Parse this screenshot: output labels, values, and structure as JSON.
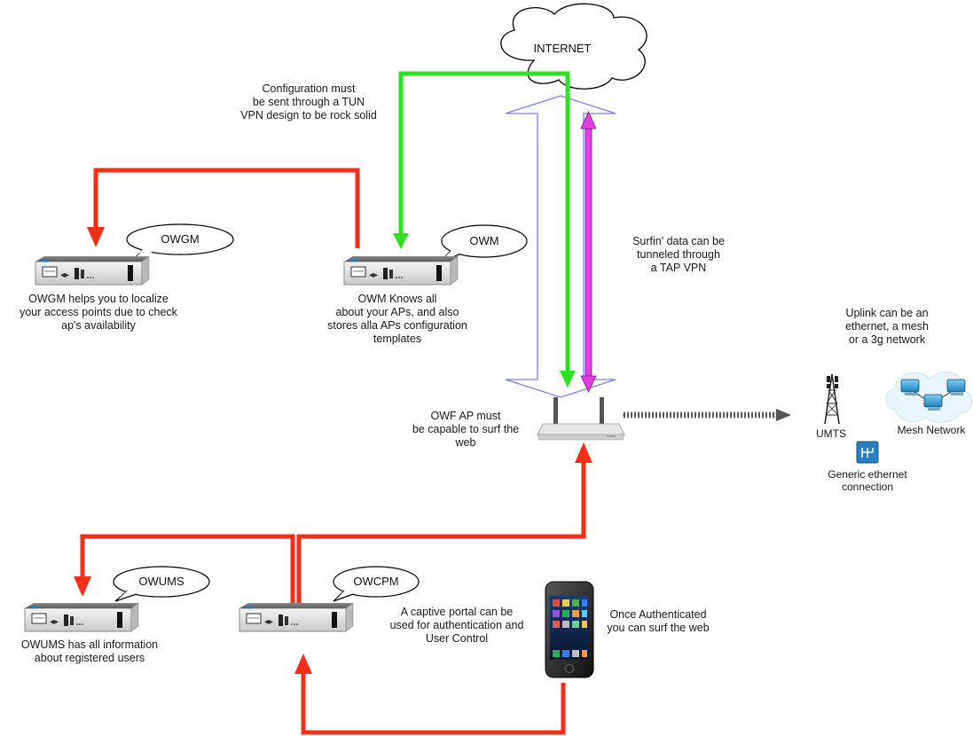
{
  "colors": {
    "red": "#f2301a",
    "green": "#2fe026",
    "magenta": "#e23ee2",
    "outline_blue": "#8080ee"
  },
  "internet": {
    "label": "INTERNET"
  },
  "servers": {
    "owgm": {
      "bubble": "OWGM",
      "caption": [
        "OWGM helps you to localize",
        "your access points due to check",
        "ap's availability"
      ]
    },
    "owm": {
      "bubble": "OWM",
      "caption": [
        "OWM Knows all",
        "about your APs, and also",
        "stores alla APs configuration",
        "templates"
      ]
    },
    "owums": {
      "bubble": "OWUMS",
      "caption": [
        "OWUMS has all information",
        "about registered users"
      ]
    },
    "owcpm": {
      "bubble": "OWCPM",
      "caption": [
        "A captive portal can be",
        "used for authentication and",
        "User Control"
      ]
    }
  },
  "notes": {
    "config": [
      "Configuration must",
      "be sent through a TUN",
      "VPN design to be rock solid"
    ],
    "surfin": [
      "Surfin' data can be",
      "tunneled through",
      "a TAP VPN"
    ],
    "ap": [
      "OWF AP must",
      "be capable to surf the",
      "web"
    ],
    "uplink": [
      "Uplink can be an",
      "ethernet, a mesh",
      "or a 3g network"
    ],
    "phone": [
      "Once Authenticated",
      "you can surf the web"
    ]
  },
  "uplink_items": {
    "umts": "UMTS",
    "mesh": "Mesh Network",
    "ethernet": [
      "Generic ethernet",
      "connection"
    ]
  }
}
